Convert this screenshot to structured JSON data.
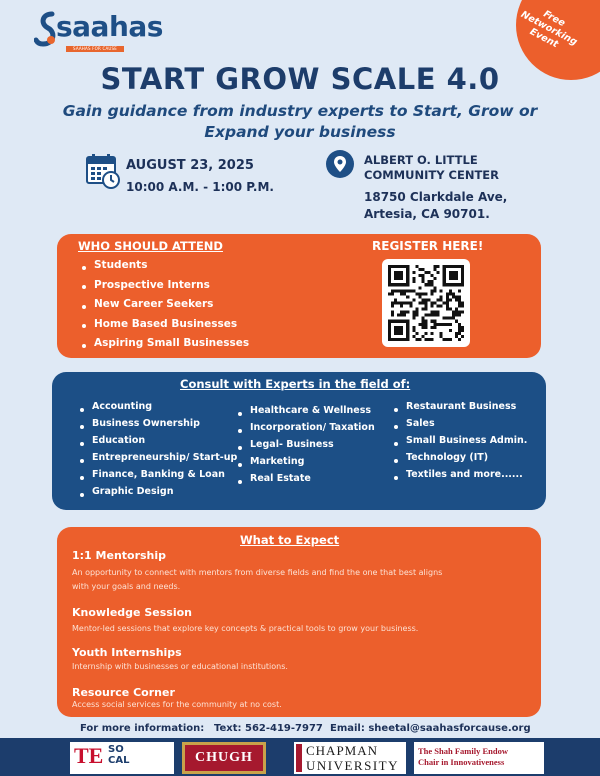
{
  "logo": {
    "name": "saahas",
    "tagline": "SAAHAS FOR CAUSE"
  },
  "badge": {
    "text": "Free Networking Event"
  },
  "title": "START GROW SCALE 4.0",
  "subtitle": "Gain guidance from industry experts to Start, Grow or Expand your business",
  "event": {
    "date": "AUGUST 23, 2025",
    "time": "10:00 A.M. - 1:00 P.M.",
    "venue_line1": "ALBERT O. LITTLE",
    "venue_line2": "COMMUNITY CENTER",
    "address_line1": "18750 Clarkdale Ave,",
    "address_line2": "Artesia, CA 90701."
  },
  "attend": {
    "heading": "WHO SHOULD ATTEND",
    "items": [
      "Students",
      "Prospective Interns",
      "New Career Seekers",
      "Home Based Businesses",
      "Aspiring Small Businesses"
    ]
  },
  "register": {
    "heading": "REGISTER HERE!"
  },
  "consult": {
    "heading": "Consult with Experts in the field of:",
    "col1": [
      "Accounting",
      "Business Ownership",
      "Education",
      "Entrepreneurship/ Start-up",
      "Finance, Banking & Loan",
      "Graphic Design"
    ],
    "col2": [
      "Healthcare & Wellness",
      "Incorporation/ Taxation",
      "Legal- Business",
      "Marketing",
      "Real Estate"
    ],
    "col3": [
      "Restaurant Business",
      "Sales",
      "Small Business Admin.",
      "Technology (IT)",
      "Textiles and more......"
    ]
  },
  "expect": {
    "heading": "What to Expect",
    "items": [
      {
        "title": "1:1 Mentorship",
        "line1": "An opportunity to connect with mentors from diverse fields and find the one that best aligns",
        "line2": "with your goals and needs."
      },
      {
        "title": "Knowledge Session",
        "line1": "Mentor-led sessions that explore key concepts & practical tools to grow your business.",
        "line2": ""
      },
      {
        "title": "Youth Internships",
        "line1": "Internship with businesses or educational institutions.",
        "line2": ""
      },
      {
        "title": "Resource Corner",
        "line1": "Access social services for the community at no cost.",
        "line2": ""
      }
    ]
  },
  "footer": {
    "label": "For more information:",
    "text": "Text: 562-419-7977",
    "email": "Email: sheetal@saahasforcause.org"
  },
  "sponsors": {
    "te_big": "TE",
    "te_so": "SO",
    "te_cal": "CAL",
    "chugh": "CHUGH",
    "chapman1": "CHAPMAN",
    "chapman2": "UNIVERSITY",
    "shah1": "The Shah Family Endow",
    "shah2": "Chair in Innovativeness"
  },
  "colors": {
    "orange": "#ec5f2c",
    "navy": "#1c4f86",
    "background": "#dfe9f5"
  }
}
